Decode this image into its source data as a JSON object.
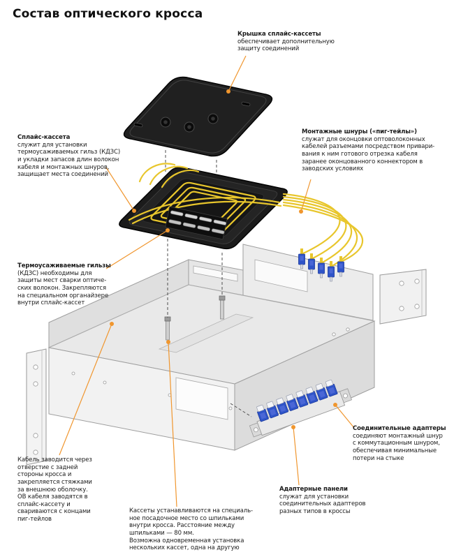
{
  "title": "Состав оптического кросса",
  "colors": {
    "accent": "#f0962e",
    "fiber": "#e8c62c",
    "connector": "#2f54c8",
    "plastic": "#1b1b1b",
    "chassis": "#ececec"
  },
  "annotations": {
    "cover": {
      "heading": "Крышка сплайс-кассеты",
      "body": "обеспечивает дополнительную\nзащиту соединений"
    },
    "cassette": {
      "heading": "Сплайс-кассета",
      "body": "служит для установки\nтермоусаживаемых гильз (КДЗС)\nи укладки запасов длин волокон\nкабеля и монтажных шнуров,\nзащищает места соединений"
    },
    "pigtails": {
      "heading": "Монтажные шнуры («пиг-тейлы»)",
      "body": "служат для оконцовки оптоволоконных\nкабелей разъемами посредством привари-\nвания к ним готового отрезка кабеля\nзаранее оконцованного коннектором в\nзаводских условиях"
    },
    "sleeves": {
      "heading": "Термоусаживаемые гильзы",
      "body": "(КДЗС) необходимы для\nзащиты мест сварки оптиче-\nских волокон. Закрепляются\nна специальном органайзере\nвнутри сплайс-кассет"
    },
    "cable": {
      "body": "Кабель заводится через\nотверстие с задней\nстороны кросса и\nзакрепляется стяжками\nза внешнюю оболочку.\nОВ кабеля заводятся в\nсплайс-кассету и\nсвариваются с концами\nпиг-тейлов"
    },
    "mounting": {
      "body": "Кассеты устанавливаются на специаль-\nное посадочное место со шпильками\nвнутри кросса. Расстояние между\nшпильками — 80 мм.\nВозможна одновременная установка\nнескольких кассет, одна на другую"
    },
    "adapter_panels": {
      "heading": "Адаптерные панели",
      "body": "служат для установки\nсоединительных адаптеров\nразных типов в кроссы"
    },
    "adapters": {
      "heading": "Соединительные адаптеры",
      "body": "соединяют монтажный шнур\nс коммутационным шнуром,\nобеспечивая минимальные\nпотери на стыке"
    }
  }
}
